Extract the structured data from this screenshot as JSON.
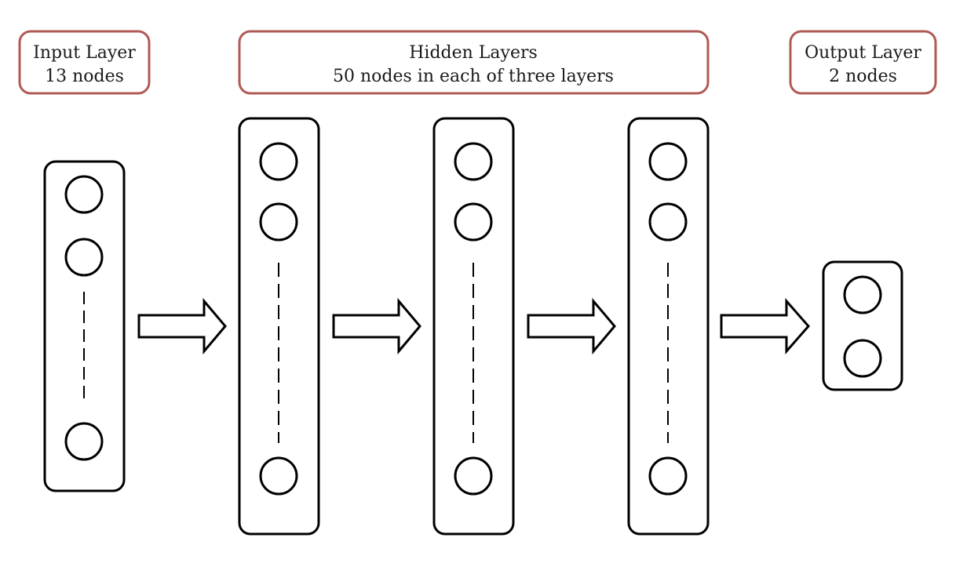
{
  "diagram": {
    "labels": {
      "input": {
        "line1": "Input Layer",
        "line2": "13 nodes"
      },
      "hidden": {
        "line1": "Hidden Layers",
        "line2": "50 nodes in each of three layers"
      },
      "output": {
        "line1": "Output Layer",
        "line2": "2 nodes"
      }
    },
    "colors": {
      "label_border": "#b05a55",
      "stroke": "#000000",
      "background": "#ffffff"
    }
  }
}
